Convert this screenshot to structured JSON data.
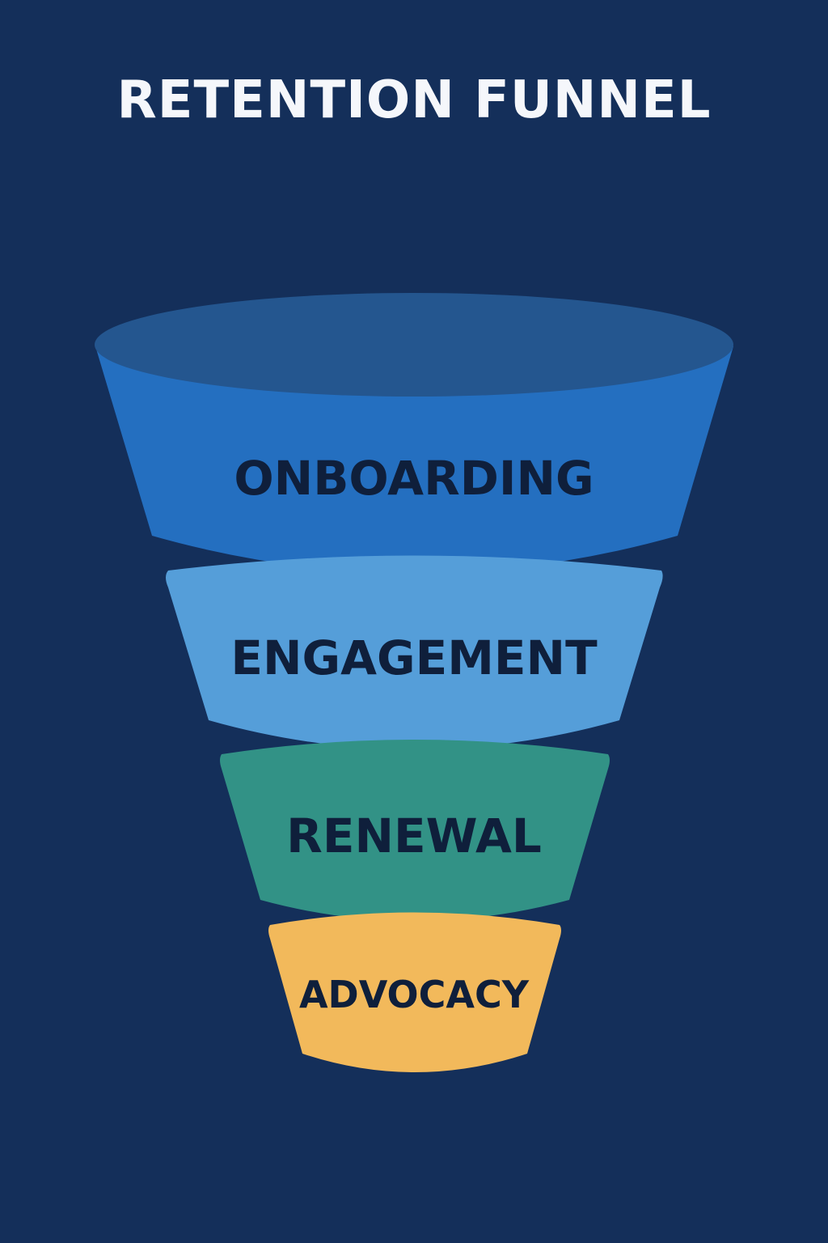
{
  "title": "RETENTION FUNNEL",
  "colors": {
    "background": "#142f5a",
    "title_text": "#f5f7fb",
    "label_text": "#0f1f3b"
  },
  "stages": [
    {
      "label": "ONBOARDING",
      "color": "#246fc0",
      "top_color": "#24568f"
    },
    {
      "label": "ENGAGEMENT",
      "color": "#559ed9"
    },
    {
      "label": "RENEWAL",
      "color": "#329286"
    },
    {
      "label": "ADVOCACY",
      "color": "#f2b95b"
    }
  ]
}
